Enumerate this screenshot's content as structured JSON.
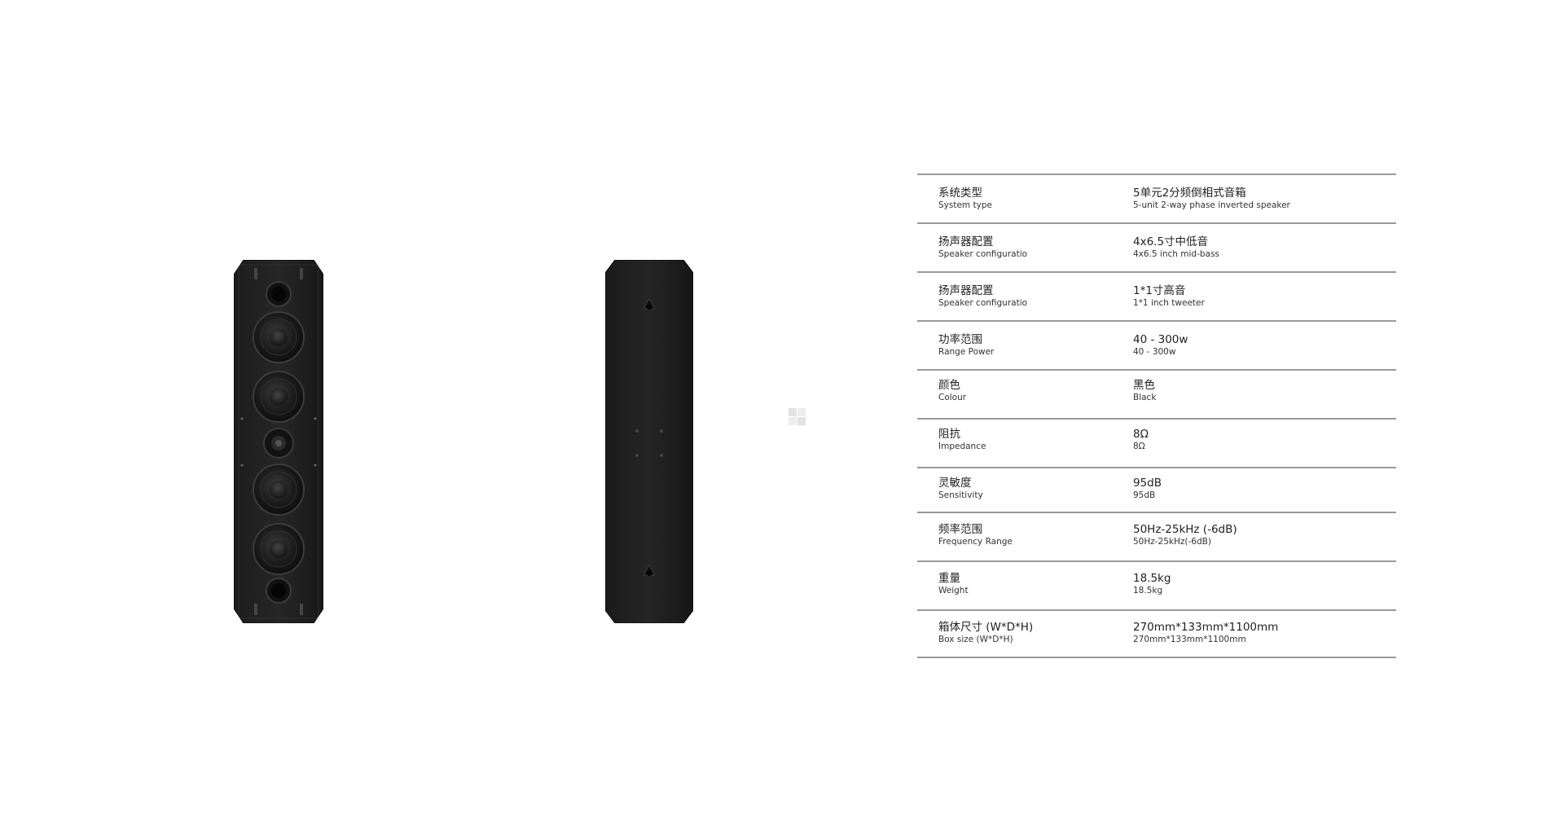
{
  "products": {
    "front_view_alt": "speaker-front-view",
    "back_view_alt": "speaker-back-view"
  },
  "specs": [
    {
      "label_zh": "系统类型",
      "label_en": "System type",
      "value_zh": "5单元2分频倒相式音箱",
      "value_en": "5-unit 2-way phase inverted speaker"
    },
    {
      "label_zh": "扬声器配置",
      "label_en": "Speaker configuratio",
      "value_zh": "4x6.5寸中低音",
      "value_en": "4x6.5 inch mid-bass"
    },
    {
      "label_zh": "扬声器配置",
      "label_en": "Speaker configuratio",
      "value_zh": "1*1寸高音",
      "value_en": "1*1 inch tweeter"
    },
    {
      "label_zh": "功率范围",
      "label_en": "Range Power",
      "value_zh": "40 - 300w",
      "value_en": "40 - 300w"
    },
    {
      "label_zh": "颜色",
      "label_en": "Colour",
      "value_zh": "黑色",
      "value_en": "Black"
    },
    {
      "label_zh": "阻抗",
      "label_en": "Impedance",
      "value_zh": "8Ω",
      "value_en": "8Ω"
    },
    {
      "label_zh": "灵敏度",
      "label_en": "Sensitivity",
      "value_zh": "95dB",
      "value_en": "95dB"
    },
    {
      "label_zh": "频率范围",
      "label_en": "Frequency Range",
      "value_zh": "50Hz-25kHz (-6dB)",
      "value_en": "50Hz-25kHz(-6dB)"
    },
    {
      "label_zh": "重量",
      "label_en": "Weight",
      "value_zh": "18.5kg",
      "value_en": "18.5kg"
    },
    {
      "label_zh": "箱体尺寸 (W*D*H)",
      "label_en": "Box size (W*D*H)",
      "value_zh": "270mm*133mm*1100mm",
      "value_en": "270mm*133mm*1100mm"
    }
  ]
}
